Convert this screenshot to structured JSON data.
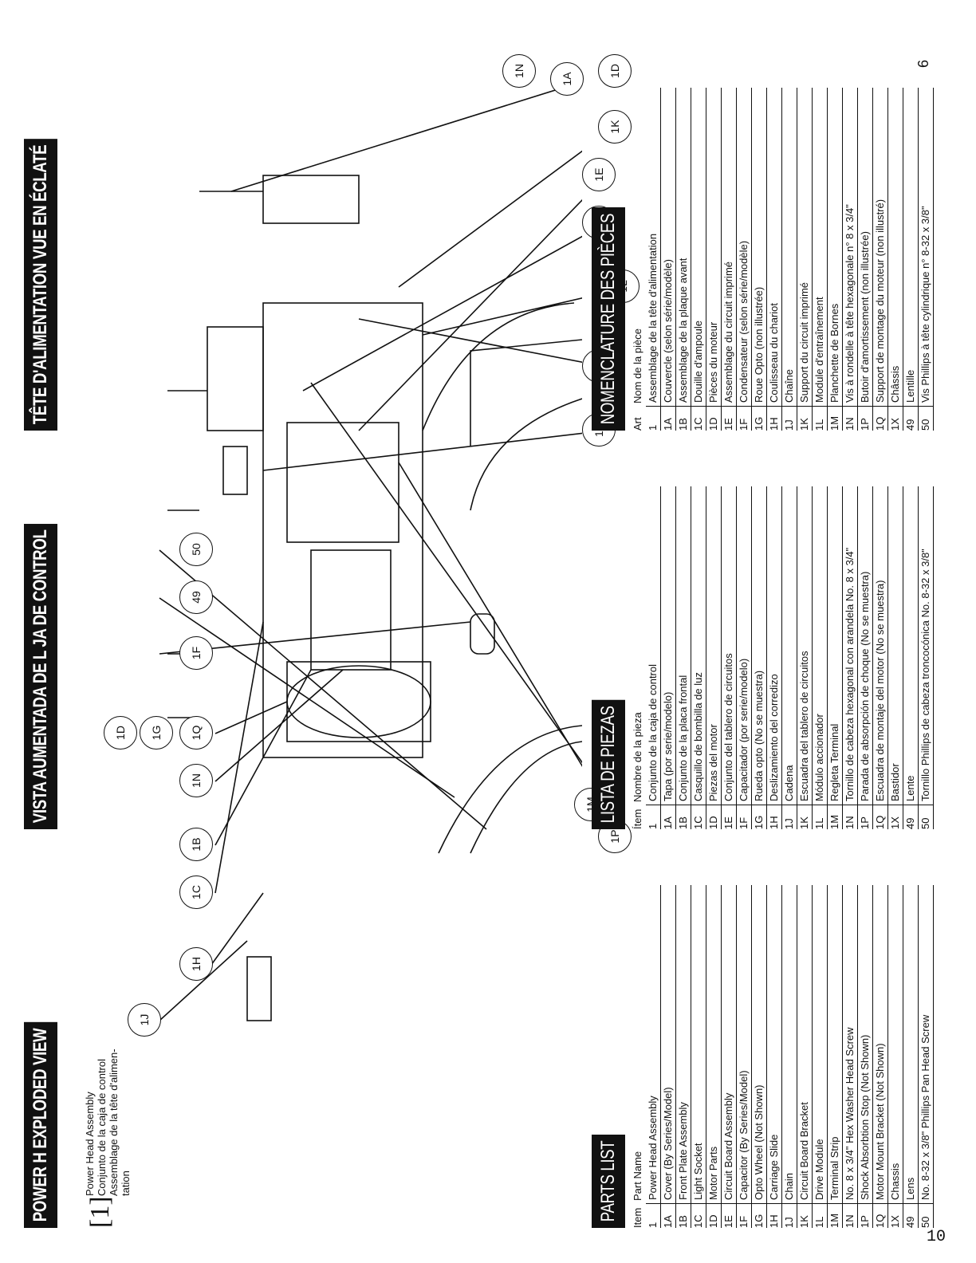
{
  "headers": {
    "en": "POWER H    EXPLODED VIEW",
    "es": "VISTA AUMENTADA DE L    JA DE CONTROL",
    "fr": "TÊTE D'ALIMENTATION VUE EN ÉCLATÉ"
  },
  "legend": {
    "number": "1",
    "lines": [
      "Power Head Assembly",
      "Conjunto de la caja de control",
      "Assemblage de la tête d'alimen-",
      "tation"
    ]
  },
  "callouts": [
    "1J",
    "1H",
    "1C",
    "1B",
    "1N",
    "1Q",
    "1G",
    "1D",
    "1F",
    "49",
    "50",
    "1P",
    "1M",
    "1N",
    "1X",
    "1L",
    "1N",
    "1E",
    "1K",
    "1D",
    "1A",
    "1N"
  ],
  "parts_en": {
    "title": "PARTS LIST",
    "col_item": "Item",
    "col_name": "Part Name",
    "rows": [
      {
        "item": "1",
        "name": "Power Head Assembly"
      },
      {
        "item": "1A",
        "name": "Cover (By Series/Model)"
      },
      {
        "item": "1B",
        "name": "Front Plate Assembly"
      },
      {
        "item": "1C",
        "name": "Light Socket"
      },
      {
        "item": "1D",
        "name": "Motor Parts"
      },
      {
        "item": "1E",
        "name": "Circuit Board Assembly"
      },
      {
        "item": "1F",
        "name": "Capacitor (By Series/Model)"
      },
      {
        "item": "1G",
        "name": "Opto Wheel (Not Shown)"
      },
      {
        "item": "1H",
        "name": "Carriage Slide"
      },
      {
        "item": "1J",
        "name": "Chain"
      },
      {
        "item": "1K",
        "name": "Circuit Board Bracket"
      },
      {
        "item": "1L",
        "name": "Drive Module"
      },
      {
        "item": "1M",
        "name": "Terminal Strip"
      },
      {
        "item": "1N",
        "name": "No. 8 x 3/4\" Hex Washer Head Screw"
      },
      {
        "item": "1P",
        "name": "Shock Absorbtion Stop (Not Shown)"
      },
      {
        "item": "1Q",
        "name": "Motor Mount Bracket (Not Shown)"
      },
      {
        "item": "1X",
        "name": "Chassis"
      },
      {
        "item": "49",
        "name": "Lens"
      },
      {
        "item": "50",
        "name": "No. 8-32 x 3/8\" Phillips Pan Head Screw"
      }
    ]
  },
  "parts_es": {
    "title": "LISTA DE PIEZAS",
    "col_item": "Ítem",
    "col_name": "Nombre de la pieza",
    "rows": [
      {
        "item": "1",
        "name": "Conjunto de la caja de control"
      },
      {
        "item": "1A",
        "name": "Tapa (por serie/modelo)"
      },
      {
        "item": "1B",
        "name": "Conjunto de la placa frontal"
      },
      {
        "item": "1C",
        "name": "Casquillo de bombilla de luz"
      },
      {
        "item": "1D",
        "name": "Piezas del motor"
      },
      {
        "item": "1E",
        "name": "Conjunto del tablero de circuitos"
      },
      {
        "item": "1F",
        "name": "Capacitador (por serie/modelo)"
      },
      {
        "item": "1G",
        "name": "Rueda opto (No se muestra)"
      },
      {
        "item": "1H",
        "name": "Deslizamiento del corredizo"
      },
      {
        "item": "1J",
        "name": "Cadena"
      },
      {
        "item": "1K",
        "name": "Escuadra del tablero de circuitos"
      },
      {
        "item": "1L",
        "name": "Módulo accionador"
      },
      {
        "item": "1M",
        "name": "Regleta Terminal"
      },
      {
        "item": "1N",
        "name": "Tornillo de cabeza hexagonal con arandela No. 8 x 3/4\""
      },
      {
        "item": "1P",
        "name": "Parada de absorpción de choque (No se muestra)"
      },
      {
        "item": "1Q",
        "name": "Escuadra de montaje del motor (No se muestra)"
      },
      {
        "item": "1X",
        "name": "Bastidor"
      },
      {
        "item": "49",
        "name": "Lente"
      },
      {
        "item": "50",
        "name": "Tornillo Phillips de cabeza troncocónica No. 8-32 x 3/8\""
      }
    ]
  },
  "parts_fr": {
    "title": "NOMENCLATURE DES PIÈCES",
    "col_item": "Art",
    "col_name": "Nom de la pièce",
    "rows": [
      {
        "item": "1",
        "name": "Assemblage de la tête d'alimentation"
      },
      {
        "item": "1A",
        "name": "Couvercle (selon série/modèle)"
      },
      {
        "item": "1B",
        "name": "Assemblage de la plaque avant"
      },
      {
        "item": "1C",
        "name": "Douille d'ampoule"
      },
      {
        "item": "1D",
        "name": "Pièces du moteur"
      },
      {
        "item": "1E",
        "name": "Assemblage du circuit imprimé"
      },
      {
        "item": "1F",
        "name": "Condensateur (selon série/modèle)"
      },
      {
        "item": "1G",
        "name": "Roue Opto (non illustrée)"
      },
      {
        "item": "1H",
        "name": "Coulisseau du chariot"
      },
      {
        "item": "1J",
        "name": "Chaîne"
      },
      {
        "item": "1K",
        "name": "Support du circuit imprimé"
      },
      {
        "item": "1L",
        "name": "Module d'entraînement"
      },
      {
        "item": "1M",
        "name": "Planchette de Bornes"
      },
      {
        "item": "1N",
        "name": "Vis à rondelle à tête hexagonale n° 8 x 3/4\""
      },
      {
        "item": "1P",
        "name": "Butoir d'amortissement (non illustrée)"
      },
      {
        "item": "1Q",
        "name": "Support de montage du moteur (non illustré)"
      },
      {
        "item": "1X",
        "name": "Châssis"
      },
      {
        "item": "49",
        "name": "Lentille"
      },
      {
        "item": "50",
        "name": "Vis Phillips à tête cylindrique n° 8-32 x 3/8\""
      }
    ]
  },
  "section_page": "6",
  "page_number": "10"
}
